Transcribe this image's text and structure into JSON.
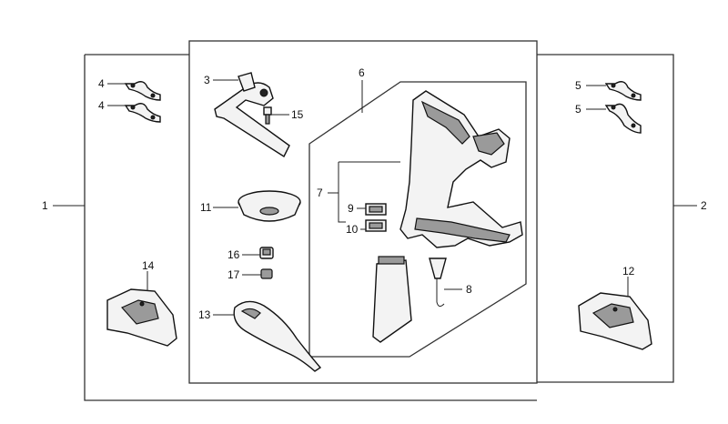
{
  "diagram": {
    "callouts": {
      "c1": "1",
      "c2": "2",
      "c3": "3",
      "c4a": "4",
      "c4b": "4",
      "c5a": "5",
      "c5b": "5",
      "c6": "6",
      "c7": "7",
      "c8": "8",
      "c9": "9",
      "c10": "10",
      "c11": "11",
      "c12": "12",
      "c13": "13",
      "c14": "14",
      "c15": "15",
      "c16": "16",
      "c17": "17"
    },
    "colors": {
      "line": "#222222",
      "fill": "#f3f3f3",
      "shade": "#9a9a9a"
    }
  }
}
